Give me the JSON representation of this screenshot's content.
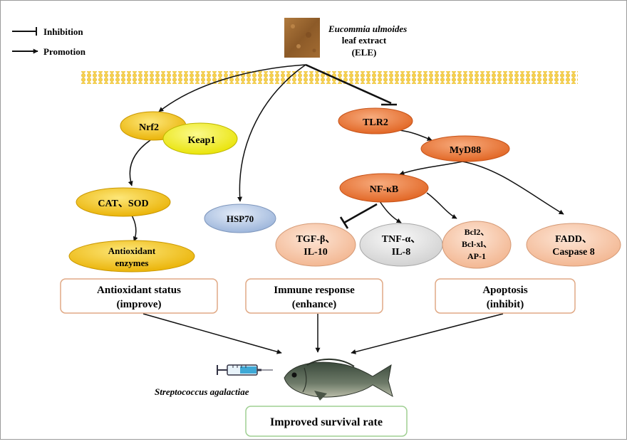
{
  "legend": {
    "inhibition": "Inhibition",
    "promotion": "Promotion"
  },
  "extract": {
    "name": "Eucommia ulmoides",
    "line2": "leaf extract",
    "line3": "(ELE)"
  },
  "nodes": {
    "nrf2": "Nrf2",
    "keap1": "Keap1",
    "cat_sod": "CAT、SOD",
    "antioxidant_1": "Antioxidant",
    "antioxidant_2": "enzymes",
    "hsp70": "HSP70",
    "tlr2": "TLR2",
    "myd88": "MyD88",
    "nfkb": "NF-κB",
    "tgf_1": "TGF-β、",
    "tgf_2": "IL-10",
    "tnf_1": "TNF-α、",
    "tnf_2": "IL-8",
    "bcl_1": "Bcl2、",
    "bcl_2": "Bcl-xl、",
    "bcl_3": "AP-1",
    "fadd_1": "FADD、",
    "fadd_2": "Caspase 8"
  },
  "outcomes": {
    "antioxidant_status": "Antioxidant status",
    "antioxidant_effect": "(improve)",
    "immune_response": "Immune response",
    "immune_effect": "(enhance)",
    "apoptosis": "Apoptosis",
    "apoptosis_effect": "(inhibit)",
    "final": "Improved survival rate"
  },
  "pathogen": "Streptococcus agalactiae",
  "colors": {
    "yellow": "#f4c20d",
    "light_yellow": "#f7f21c",
    "blue": "#aec3e3",
    "orange": "#ef7b3a",
    "grey": "#dedede",
    "peach": "#f6c9ac",
    "box_border": "#e0a985",
    "final_border": "#9fcf92",
    "membrane": "#f5cf4a"
  }
}
